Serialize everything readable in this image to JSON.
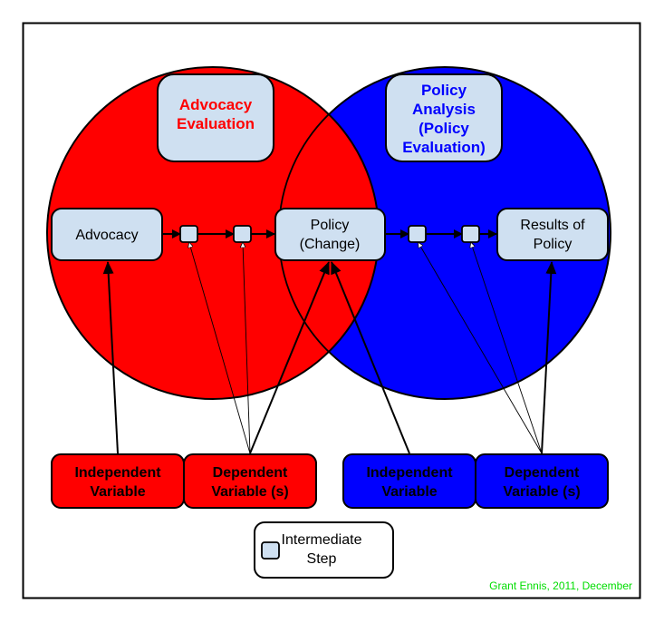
{
  "colors": {
    "advocacy": "#ff0000",
    "policy": "#0000ff",
    "node_fill": "#cfe0f1",
    "credit": "#00dd00",
    "stroke": "#000000"
  },
  "regions": {
    "advocacy": {
      "title_lines": [
        "Advocacy",
        "Evaluation"
      ]
    },
    "policy": {
      "title_lines": [
        "Policy",
        "Analysis",
        "(Policy",
        "Evaluation)"
      ]
    }
  },
  "chain": {
    "advocacy": [
      "Advocacy"
    ],
    "policy_change": [
      "Policy",
      "(Change)"
    ],
    "results": [
      "Results of",
      "Policy"
    ]
  },
  "variables": {
    "advocacy_independent": [
      "Independent",
      "Variable"
    ],
    "advocacy_dependent": [
      "Dependent",
      "Variable (s)"
    ],
    "policy_independent": [
      "Independent",
      "Variable"
    ],
    "policy_dependent": [
      "Dependent",
      "Variable (s)"
    ]
  },
  "legend": {
    "icon": "intermediate-step-square",
    "label_lines": [
      "Intermediate",
      "Step"
    ]
  },
  "credit": "Grant Ennis, 2011, December"
}
